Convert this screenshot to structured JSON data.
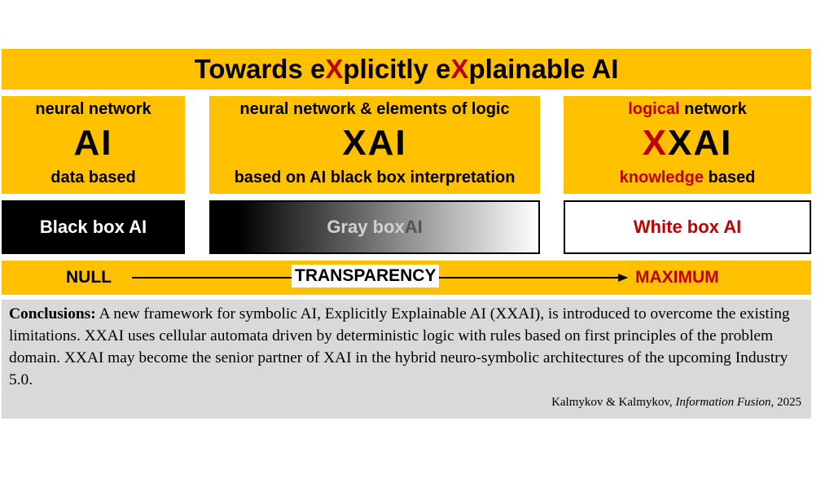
{
  "title": {
    "part1": "Towards e",
    "x1": "X",
    "part2": "plicitly e",
    "x2": "X",
    "part3": "plainable AI"
  },
  "columns": [
    {
      "top": "neural network",
      "acronym": "AI",
      "bottom": "data based"
    },
    {
      "top": "neural network & elements of logic",
      "acronym": "XAI",
      "bottom": "based on AI black box interpretation"
    },
    {
      "top_red": "logical",
      "top_rest": " network",
      "acronym_red": "X",
      "acronym_rest": "XAI",
      "bottom_red": "knowledge",
      "bottom_rest": " based"
    }
  ],
  "boxes": {
    "black": "Black box AI",
    "gray_part1": "Gray box ",
    "gray_part2": "AI",
    "white": "White box AI"
  },
  "transparency": {
    "left": "NULL",
    "center": "TRANSPARENCY",
    "right": "MAXIMUM"
  },
  "conclusions": {
    "label": "Conclusions:",
    "text": " A new framework for symbolic AI, Explicitly Explainable AI (XXAI), is introduced to overcome the existing limitations. XXAI uses cellular automata driven by deterministic logic with rules based on first principles of the problem domain. XXAI may become the senior partner of XAI in the hybrid neuro-symbolic architectures of the upcoming Industry 5.0."
  },
  "citation": {
    "authors": "Kalmykov & Kalmykov, ",
    "journal": "Information Fusion,",
    "year": " 2025"
  },
  "colors": {
    "yellow": "#FFC000",
    "red": "#C00000",
    "gray_panel": "#D9D9D9"
  }
}
